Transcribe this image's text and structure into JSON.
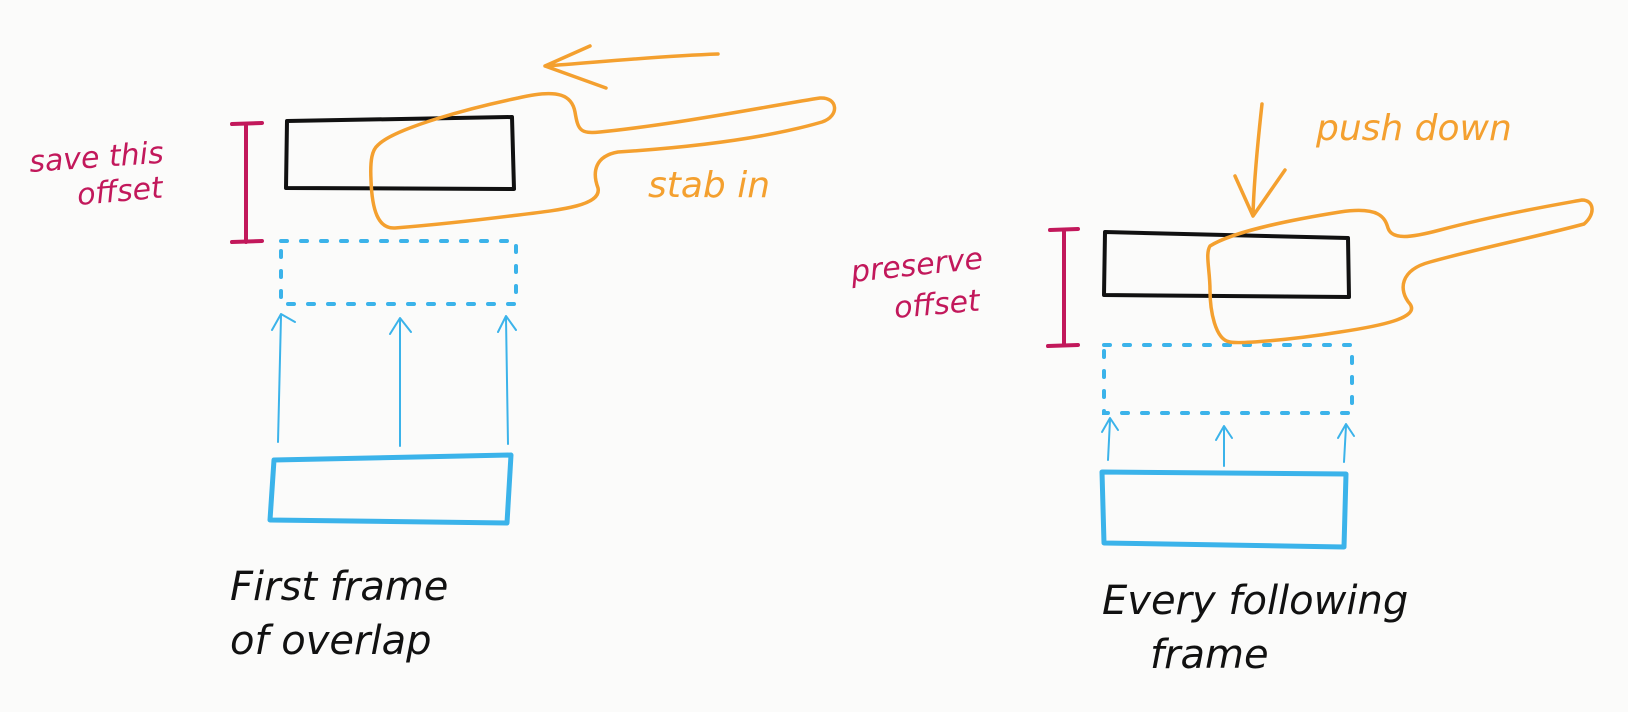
{
  "left_panel": {
    "offset_label_line1": "save this",
    "offset_label_line2": "offset",
    "gesture_label": "stab in",
    "caption_line1": "First frame",
    "caption_line2": "of overlap"
  },
  "right_panel": {
    "offset_label_line1": "preserve",
    "offset_label_line2": "offset",
    "gesture_label": "push down",
    "caption_line1": "Every following",
    "caption_line2": "frame"
  },
  "colors": {
    "background": "#fbfbfa",
    "annotation": "#c2185b",
    "gesture": "#f4a02f",
    "target_block": "#111111",
    "moving_block": "#3bb3ea"
  }
}
